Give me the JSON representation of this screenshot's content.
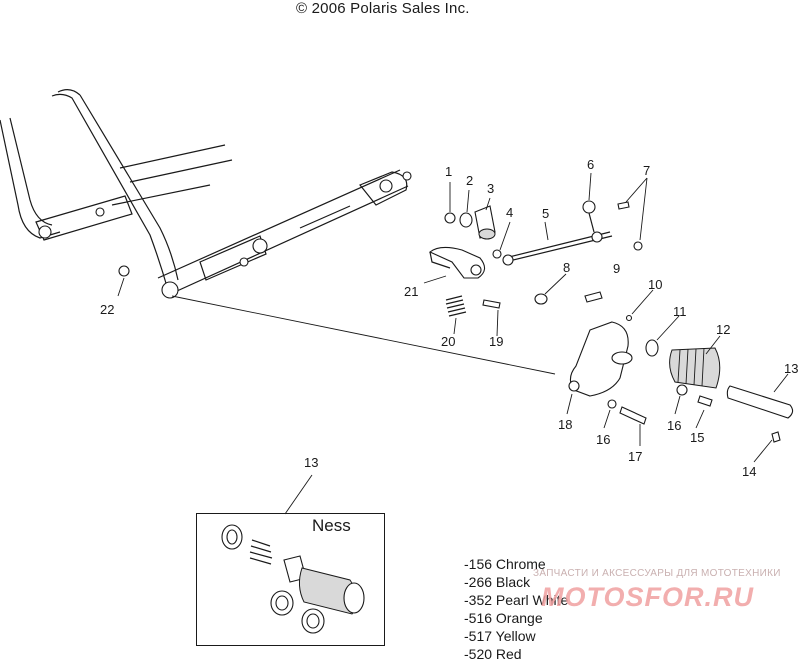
{
  "copyright": "© 2006 Polaris Sales Inc.",
  "callouts": [
    "1",
    "2",
    "3",
    "4",
    "5",
    "6",
    "7",
    "8",
    "9",
    "10",
    "11",
    "12",
    "13",
    "13",
    "14",
    "15",
    "16",
    "16",
    "17",
    "18",
    "19",
    "20",
    "21",
    "22"
  ],
  "inset": {
    "title": "Ness",
    "callout": "13"
  },
  "color_options": [
    "-156 Chrome",
    "-266 Black",
    "-352 Pearl White",
    "-516 Orange",
    "-517 Yellow",
    "-520 Red"
  ],
  "watermark": {
    "tagline": "ЗАПЧАСТИ И АКСЕССУАРЫ ДЛЯ МОТОТЕХНИКИ",
    "brand": "MOTOSFOR.RU"
  }
}
